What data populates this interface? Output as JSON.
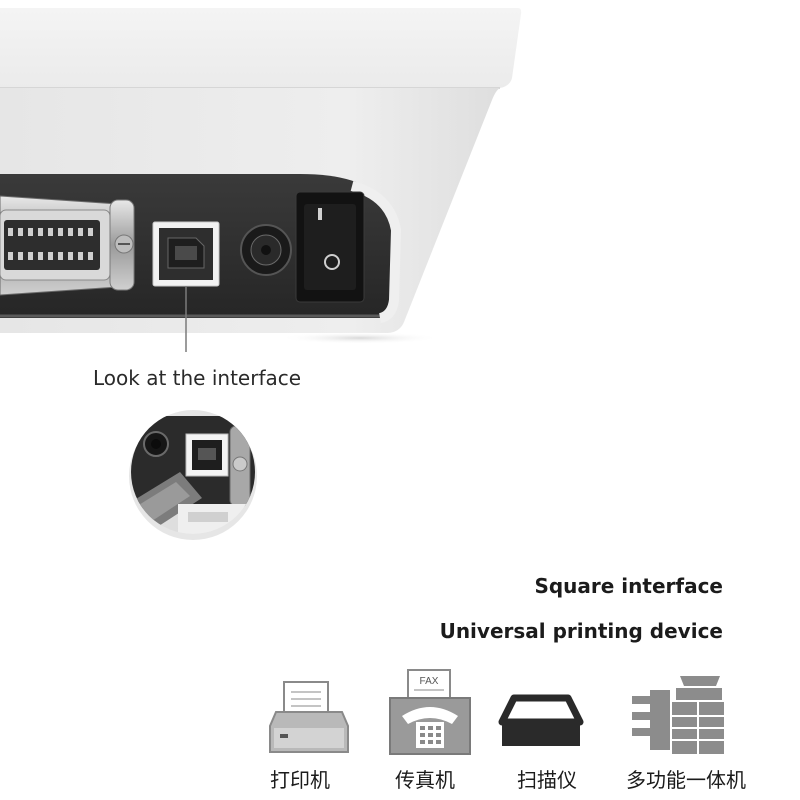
{
  "callout": {
    "caption": "Look at the interface"
  },
  "headlines": {
    "line1": "Square interface",
    "line2": "Universal printing device"
  },
  "devices": [
    {
      "label": "打印机",
      "icon": "printer-icon"
    },
    {
      "label": "传真机",
      "icon": "fax-machine-icon",
      "screen_text": "FAX"
    },
    {
      "label": "扫描仪",
      "icon": "scanner-icon"
    },
    {
      "label": "多功能一体机",
      "icon": "multifunction-copier-icon"
    }
  ]
}
